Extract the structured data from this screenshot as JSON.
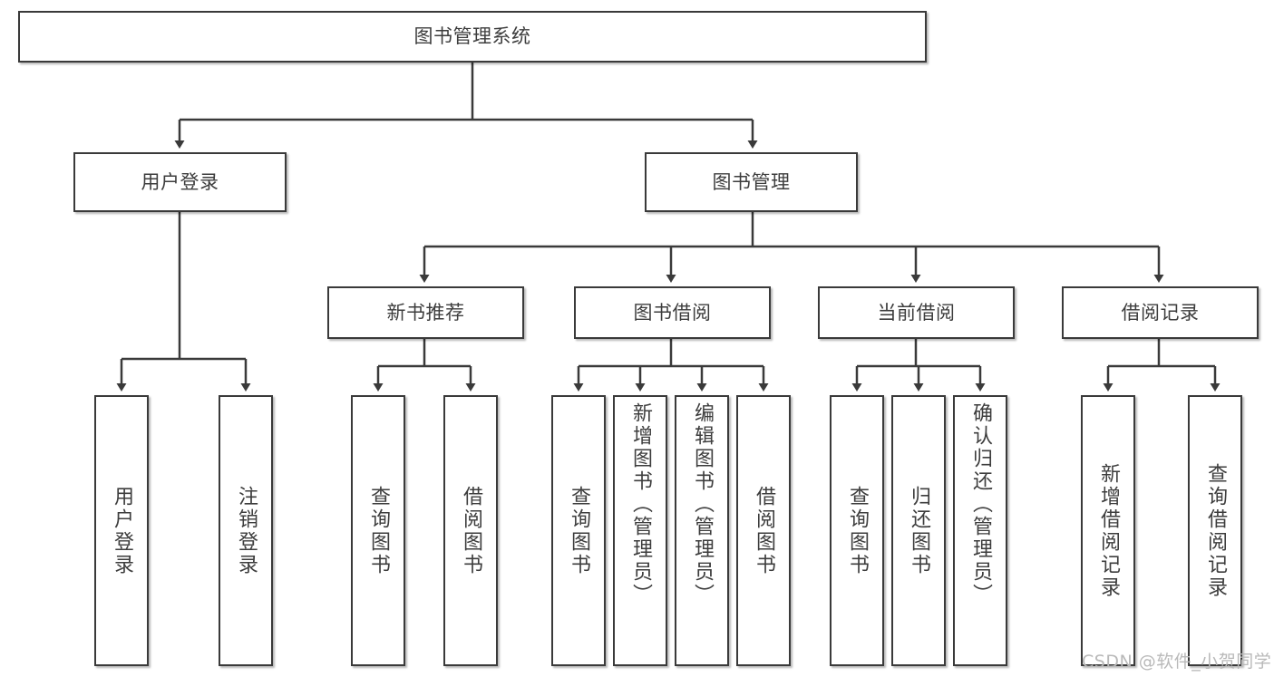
{
  "diagram": {
    "title_node": {
      "label": "图书管理系统"
    },
    "level1": [
      {
        "id": "user-login",
        "label": "用户登录"
      },
      {
        "id": "book-management",
        "label": "图书管理"
      }
    ],
    "level2": [
      {
        "id": "new-book-recommend",
        "label": "新书推荐"
      },
      {
        "id": "book-borrow",
        "label": "图书借阅"
      },
      {
        "id": "current-borrow",
        "label": "当前借阅"
      },
      {
        "id": "borrow-record",
        "label": "借阅记录"
      }
    ],
    "leaves": {
      "user_login": [
        {
          "id": "leaf-user-login",
          "label": "用户登录"
        },
        {
          "id": "leaf-logout-login",
          "label": "注销登录"
        }
      ],
      "new_book_recommend": [
        {
          "id": "leaf-query-book-1",
          "label": "查询图书"
        },
        {
          "id": "leaf-borrow-book-1",
          "label": "借阅图书"
        }
      ],
      "book_borrow": [
        {
          "id": "leaf-query-book-2",
          "label": "查询图书"
        },
        {
          "id": "leaf-add-book",
          "label": "新增图书（管理员）"
        },
        {
          "id": "leaf-edit-book",
          "label": "编辑图书（管理员）"
        },
        {
          "id": "leaf-borrow-book-2",
          "label": "借阅图书"
        }
      ],
      "current_borrow": [
        {
          "id": "leaf-query-book-3",
          "label": "查询图书"
        },
        {
          "id": "leaf-return-book",
          "label": "归还图书"
        },
        {
          "id": "leaf-confirm-return",
          "label": "确认归还（管理员）"
        }
      ],
      "borrow_record": [
        {
          "id": "leaf-add-record",
          "label": "新增借阅记录"
        },
        {
          "id": "leaf-query-record",
          "label": "查询借阅记录"
        }
      ]
    }
  },
  "watermark": {
    "text": "CSDN @软件_小贺同学"
  },
  "colors": {
    "stroke": "#3a3a3a",
    "text": "#3d3d3d",
    "background": "#ffffff",
    "watermark": "#b9b9b9"
  }
}
